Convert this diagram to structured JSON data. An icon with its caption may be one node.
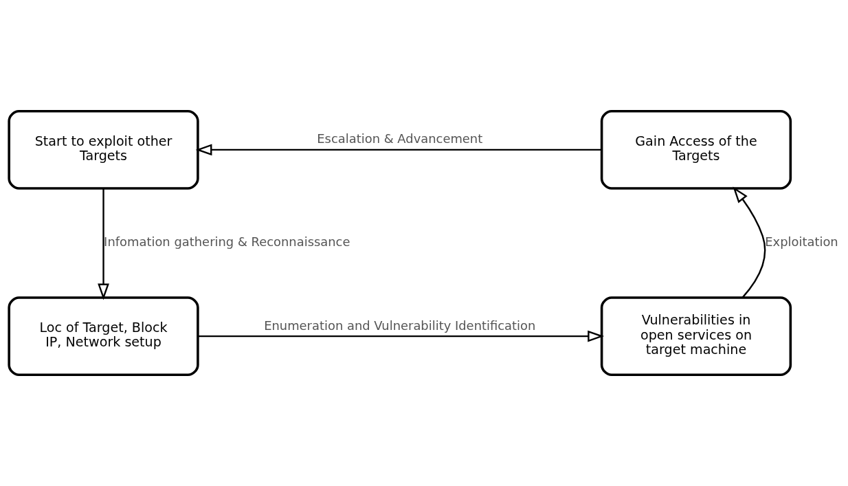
{
  "diagram": {
    "nodes": [
      {
        "text": [
          "Start to exploit other Targets"
        ]
      },
      {
        "text": [
          "Gain Access of the Targets"
        ]
      },
      {
        "text": [
          "Loc of Target, Block IP, Network setup"
        ]
      },
      {
        "text": [
          "Vulnerabilities in open services on target machine"
        ]
      }
    ],
    "edges": [
      {
        "from": 1,
        "to": 0,
        "arrow": "to",
        "label": "Escalation & Advancement"
      },
      {
        "from": 0,
        "to": 2,
        "arrow": "to",
        "label": "Infomation gathering & Reconnaissance"
      },
      {
        "from": 2,
        "to": 3,
        "arrow": "to",
        "label": "Enumeration and Vulnerability Identification"
      },
      {
        "from": 3,
        "to": 1,
        "arrow": "to",
        "label": "Exploitation"
      }
    ]
  }
}
